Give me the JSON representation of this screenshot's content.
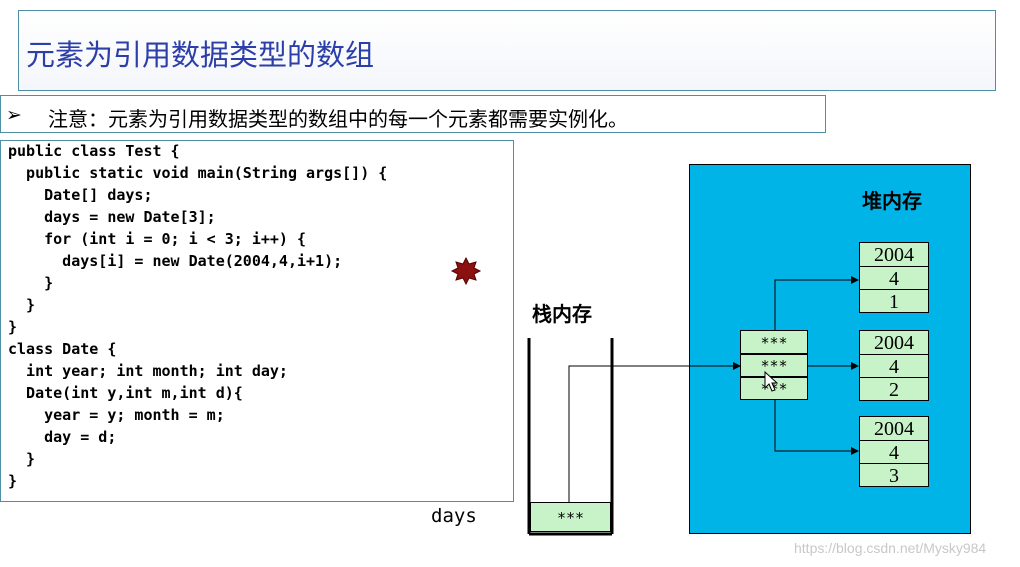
{
  "slide": {
    "title": "元素为引用数据类型的数组",
    "note_bullet": "➢",
    "note": "注意：元素为引用数据类型的数组中的每一个元素都需要实例化。"
  },
  "code": [
    "public class Test {",
    "  public static void main(String args[]) {",
    "    Date[] days;",
    "    days = new Date[3];",
    "    for (int i = 0; i < 3; i++) {",
    "      days[i] = new Date(2004,4,i+1);",
    "    }",
    "  }",
    "}",
    "class Date {",
    "  int year; int month; int day;",
    "  Date(int y,int m,int d){",
    "    year = y; month = m;",
    "    day = d;",
    "  }",
    "}"
  ],
  "diagram": {
    "stack_label": "栈内存",
    "heap_label": "堆内存",
    "variable_name": "days",
    "stack_ref": "***",
    "array_refs": [
      "***",
      "***",
      "***"
    ],
    "objects": [
      {
        "year": "2004",
        "month": "4",
        "day": "1"
      },
      {
        "year": "2004",
        "month": "4",
        "day": "2"
      },
      {
        "year": "2004",
        "month": "4",
        "day": "3"
      }
    ],
    "colors": {
      "heap": "#00b4e8",
      "cell": "#c8f2c8",
      "title": "#2c3fa8",
      "marker": "#8b1010"
    }
  },
  "watermark": "https://blog.csdn.net/Mysky984"
}
